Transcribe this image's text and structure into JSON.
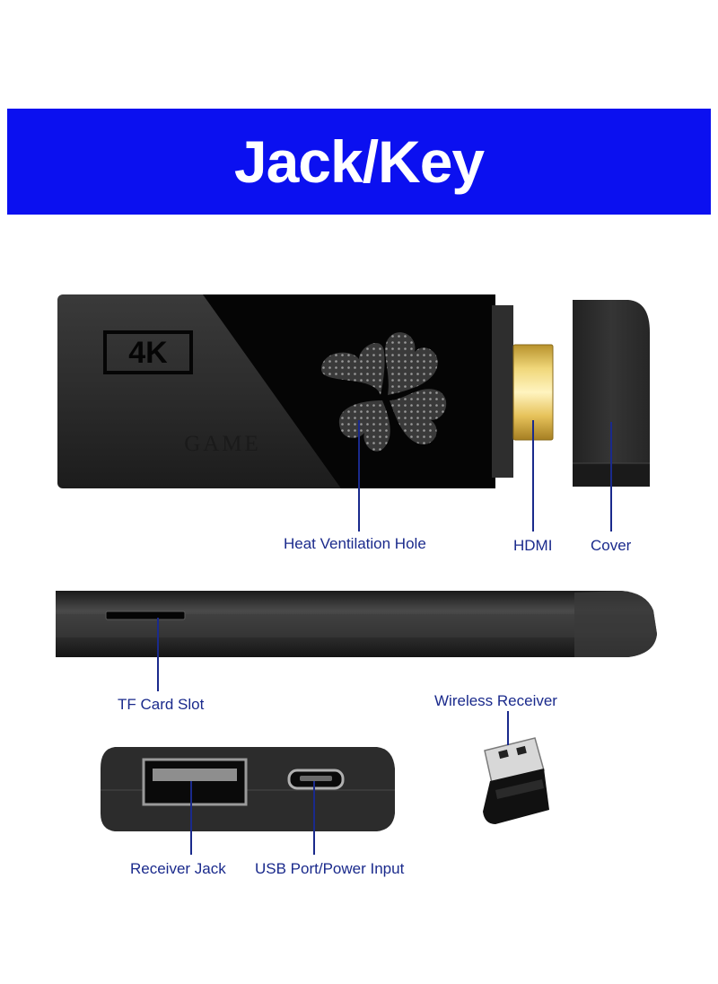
{
  "banner": {
    "title": "Jack/Key",
    "color": "#0b10f0"
  },
  "device": {
    "badge": "4K",
    "brand": "GAME"
  },
  "callouts": {
    "heat_ventilation_hole": "Heat Ventilation Hole",
    "hdmi": "HDMI",
    "cover": "Cover",
    "tf_card_slot": "TF Card Slot",
    "wireless_receiver": "Wireless Receiver",
    "receiver_jack": "Receiver Jack",
    "usb_port": "USB Port/Power Input"
  },
  "colors": {
    "callout_line": "#1a2a8c",
    "device_body": "#2b2b2b",
    "hdmi_gold": "#d8b64a"
  }
}
